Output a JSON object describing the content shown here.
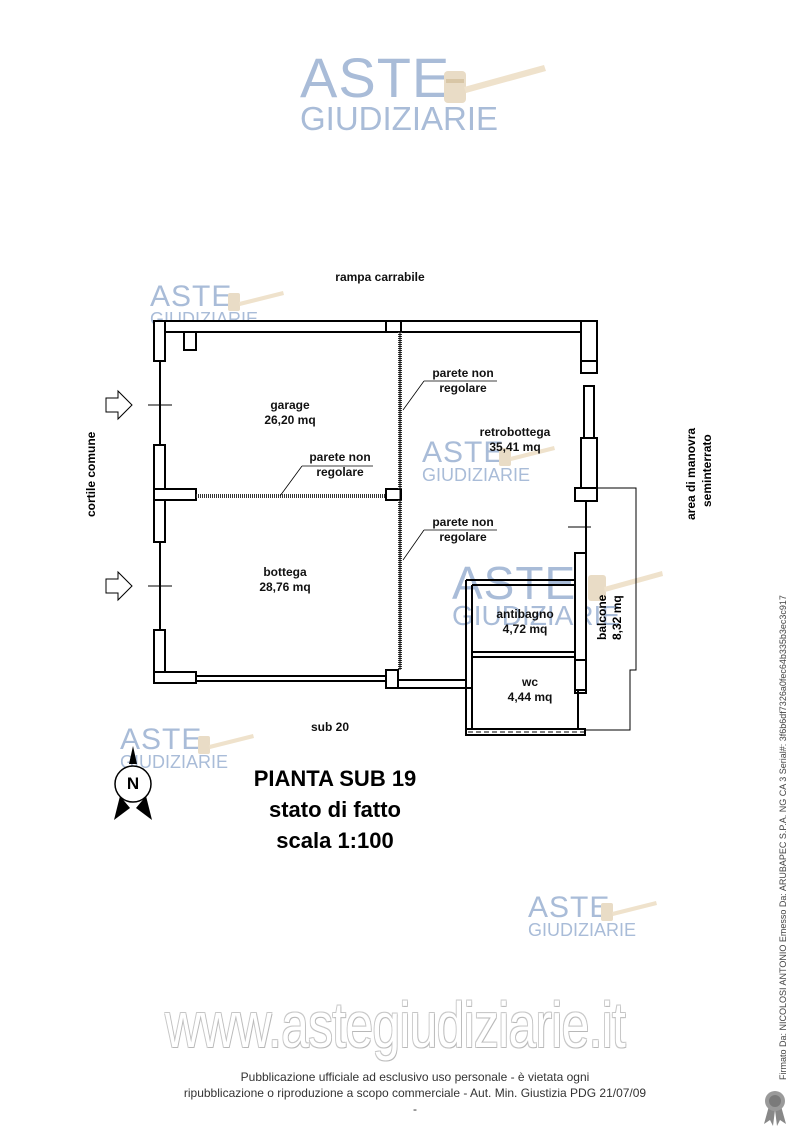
{
  "watermark": {
    "line1": "ASTE",
    "line2": "GIUDIZIARIE",
    "color": "#a9bcd8",
    "gavel_color": "#e8d8c0"
  },
  "plan": {
    "top_label": "rampa carrabile",
    "left_label": "cortile comune",
    "right_label_line1": "area di manovra",
    "right_label_line2": "seminterrato",
    "bottom_label": "sub 20",
    "rooms": [
      {
        "name": "garage",
        "area": "26,20 mq"
      },
      {
        "name": "bottega",
        "area": "28,76 mq"
      },
      {
        "name": "retrobottega",
        "area": "35,41 mq"
      },
      {
        "name": "antibagno",
        "area": "4,72 mq"
      },
      {
        "name": "wc",
        "area": "4,44 mq"
      },
      {
        "name": "balcone",
        "area": "8,32 mq"
      }
    ],
    "notes": [
      {
        "line1": "parete non",
        "line2": "regolare"
      },
      {
        "line1": "parete non",
        "line2": "regolare"
      },
      {
        "line1": "parete non",
        "line2": "regolare"
      }
    ]
  },
  "compass": {
    "letter": "N"
  },
  "title": {
    "line1": "PIANTA SUB 19",
    "line2": "stato di fatto",
    "line3": "scala 1:100"
  },
  "site_watermark": "www.astegiudiziarie.it",
  "footer": {
    "line1": "Pubblicazione ufficiale ad esclusivo uso personale - è vietata ogni",
    "line2": "ripubblicazione o riproduzione a scopo commerciale - Aut. Min. Giustizia PDG 21/07/09",
    "line3": "-"
  },
  "signature": "Firmato Da: NICOLOSI ANTONIO Emesso Da: ARUBAPEC S.P.A. NG CA 3 Serial#: 3f6b6df7326a0fec64b335b3ec3c917"
}
